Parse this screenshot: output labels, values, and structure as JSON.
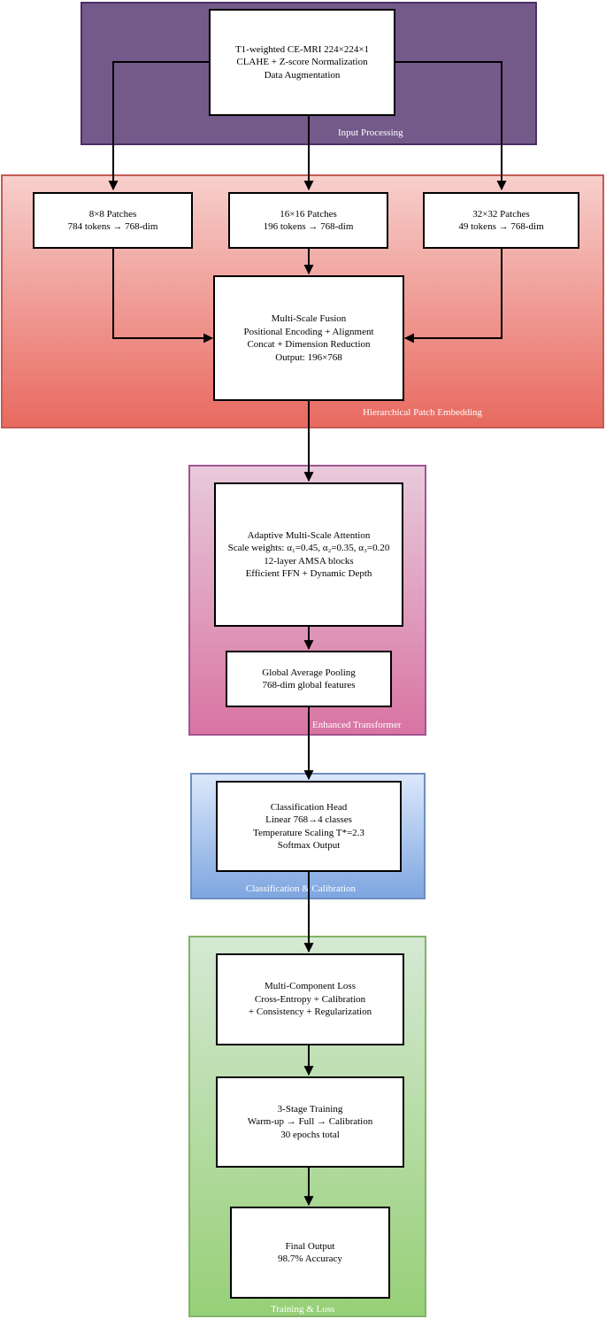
{
  "groups": {
    "input": "Input Processing",
    "patch": "Hierarchical Patch Embedding",
    "transformer": "Enhanced Transformer",
    "classification": "Classification  & Calibration",
    "training": "Training & Loss"
  },
  "nodes": {
    "input": [
      "T1-weighted CE-MRI 224×224×1",
      "CLAHE + Z-score Normalization",
      "Data Augmentation"
    ],
    "patch8": [
      "8×8 Patches",
      "784 tokens → 768-dim"
    ],
    "patch16": [
      "16×16 Patches",
      "196 tokens → 768-dim"
    ],
    "patch32": [
      "32×32 Patches",
      "49 tokens → 768-dim"
    ],
    "fusion": [
      "Multi-Scale Fusion",
      "Positional Encoding + Alignment",
      "Concat + Dimension Reduction",
      "Output: 196×768"
    ],
    "attention": [
      "Adaptive Multi-Scale Attention",
      "Scale weights: α₁=0.45, α₂=0.35, α₃=0.20",
      "12-layer AMSA blocks",
      "Efficient FFN + Dynamic Depth"
    ],
    "pooling": [
      "Global Average Pooling",
      "768-dim global features"
    ],
    "head": [
      "Classification Head",
      "Linear 768→4 classes",
      "Temperature Scaling T*=2.3",
      "Softmax Output"
    ],
    "loss": [
      "Multi-Component Loss",
      "Cross-Entropy + Calibration",
      "+ Consistency + Regularization"
    ],
    "training": [
      "3-Stage Training",
      "Warm-up → Full → Calibration",
      "30 epochs total"
    ],
    "output": [
      "Final Output",
      "98.7% Accuracy"
    ]
  }
}
